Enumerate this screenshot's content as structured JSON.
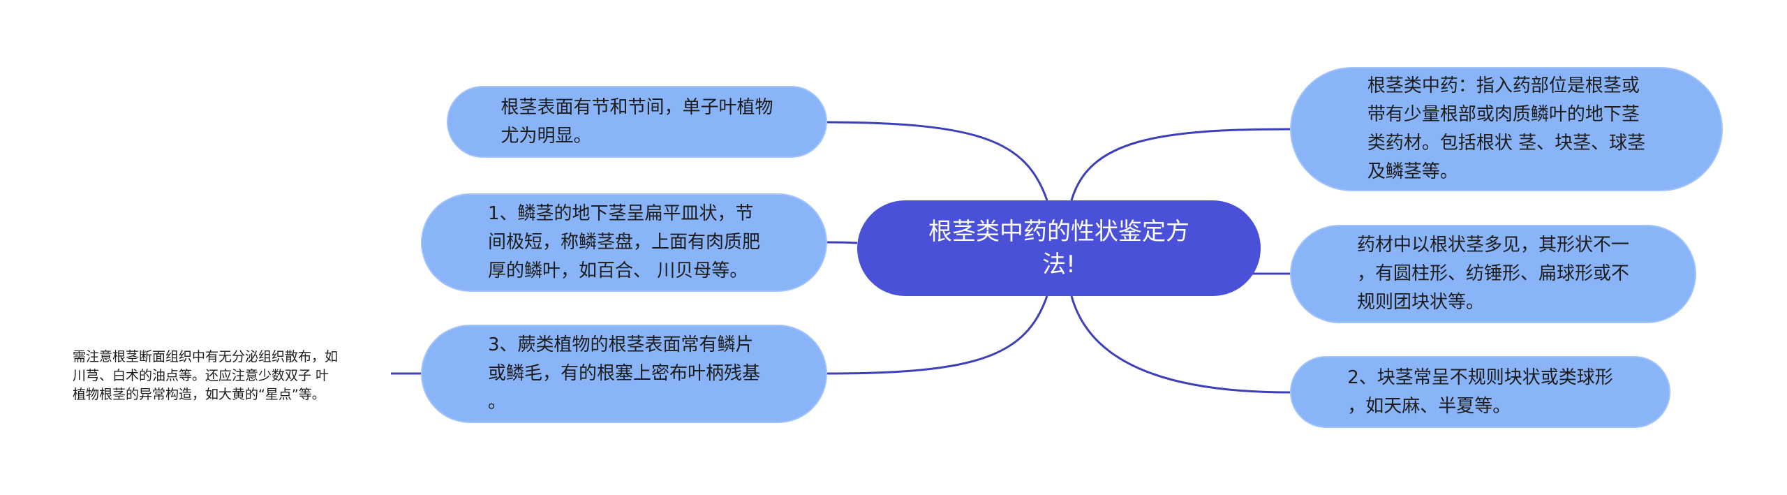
{
  "central": {
    "text": "根茎类中药的性状鉴定方\n法!"
  },
  "left_nodes": [
    {
      "text": "根茎表面有节和节间，单子叶植物\n尤为明显。"
    },
    {
      "text": "1、鳞茎的地下茎呈扁平皿状，节\n间极短，称鳞茎盘，上面有肉质肥\n厚的鳞叶，如百合、 川贝母等。"
    },
    {
      "text": "3、蕨类植物的根茎表面常有鳞片\n或鳞毛，有的根塞上密布叶柄残基\n。"
    }
  ],
  "right_nodes": [
    {
      "text": "根茎类中药：指入药部位是根茎或\n带有少量根部或肉质鳞叶的地下茎\n类药材。包括根状 茎、块茎、球茎\n及鳞茎等。"
    },
    {
      "text": "药材中以根状茎多见，其形状不一\n，有圆柱形、纺锤形、扁球形或不\n规则团块状等。"
    },
    {
      "text": "2、块茎常呈不规则块状或类球形\n，如天麻、半夏等。"
    }
  ],
  "leaf": {
    "text": "需注意根茎断面组织中有无分泌组织散布，如\n川芎、白术的油点等。还应注意少数双子 叶\n植物根茎的异常构造，如大黄的“星点”等。"
  },
  "colors": {
    "central_fill": "#4a50d8",
    "node_fill": "#8ab4f8",
    "connector": "#3d3fb8",
    "background": "#ffffff"
  }
}
